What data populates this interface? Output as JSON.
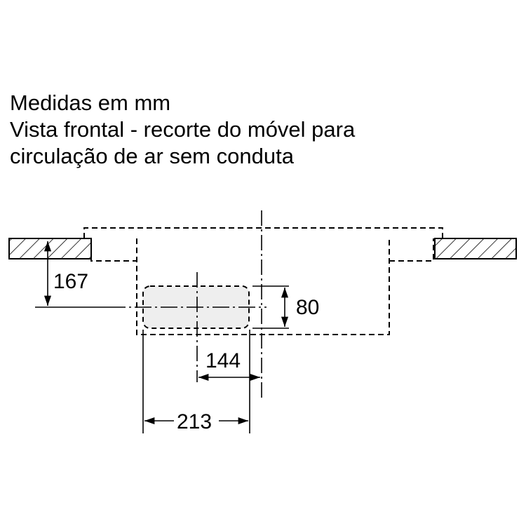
{
  "title_lines": [
    "Medidas em mm",
    "Vista frontal - recorte do móvel para",
    "circulação de ar sem conduta"
  ],
  "dimensions": {
    "height_to_axis": "167",
    "opening_height": "80",
    "offset_center": "144",
    "opening_width": "213"
  },
  "colors": {
    "line": "#000000",
    "opening_fill": "#eeeeee"
  }
}
